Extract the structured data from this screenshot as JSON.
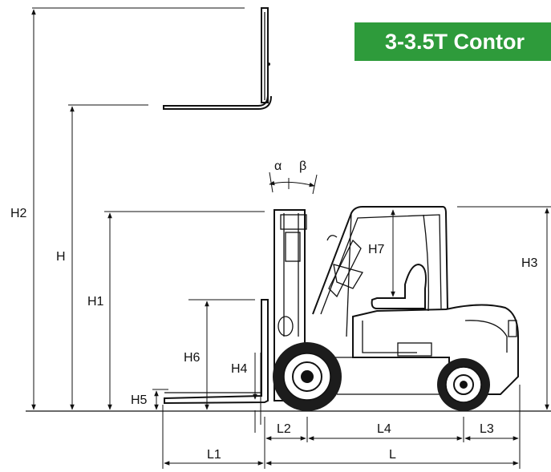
{
  "title": "3-3.5T Contor",
  "angles": {
    "alpha": "α",
    "beta": "β"
  },
  "dimensions": {
    "H2": "H2",
    "H": "H",
    "H1": "H1",
    "H6": "H6",
    "H4": "H4",
    "H5": "H5",
    "H7": "H7",
    "H3": "H3",
    "L1": "L1",
    "L2": "L2",
    "L4": "L4",
    "L3": "L3",
    "L": "L"
  },
  "colors": {
    "banner": "#2e9b3b",
    "banner_text": "#ffffff",
    "line": "#111111"
  }
}
